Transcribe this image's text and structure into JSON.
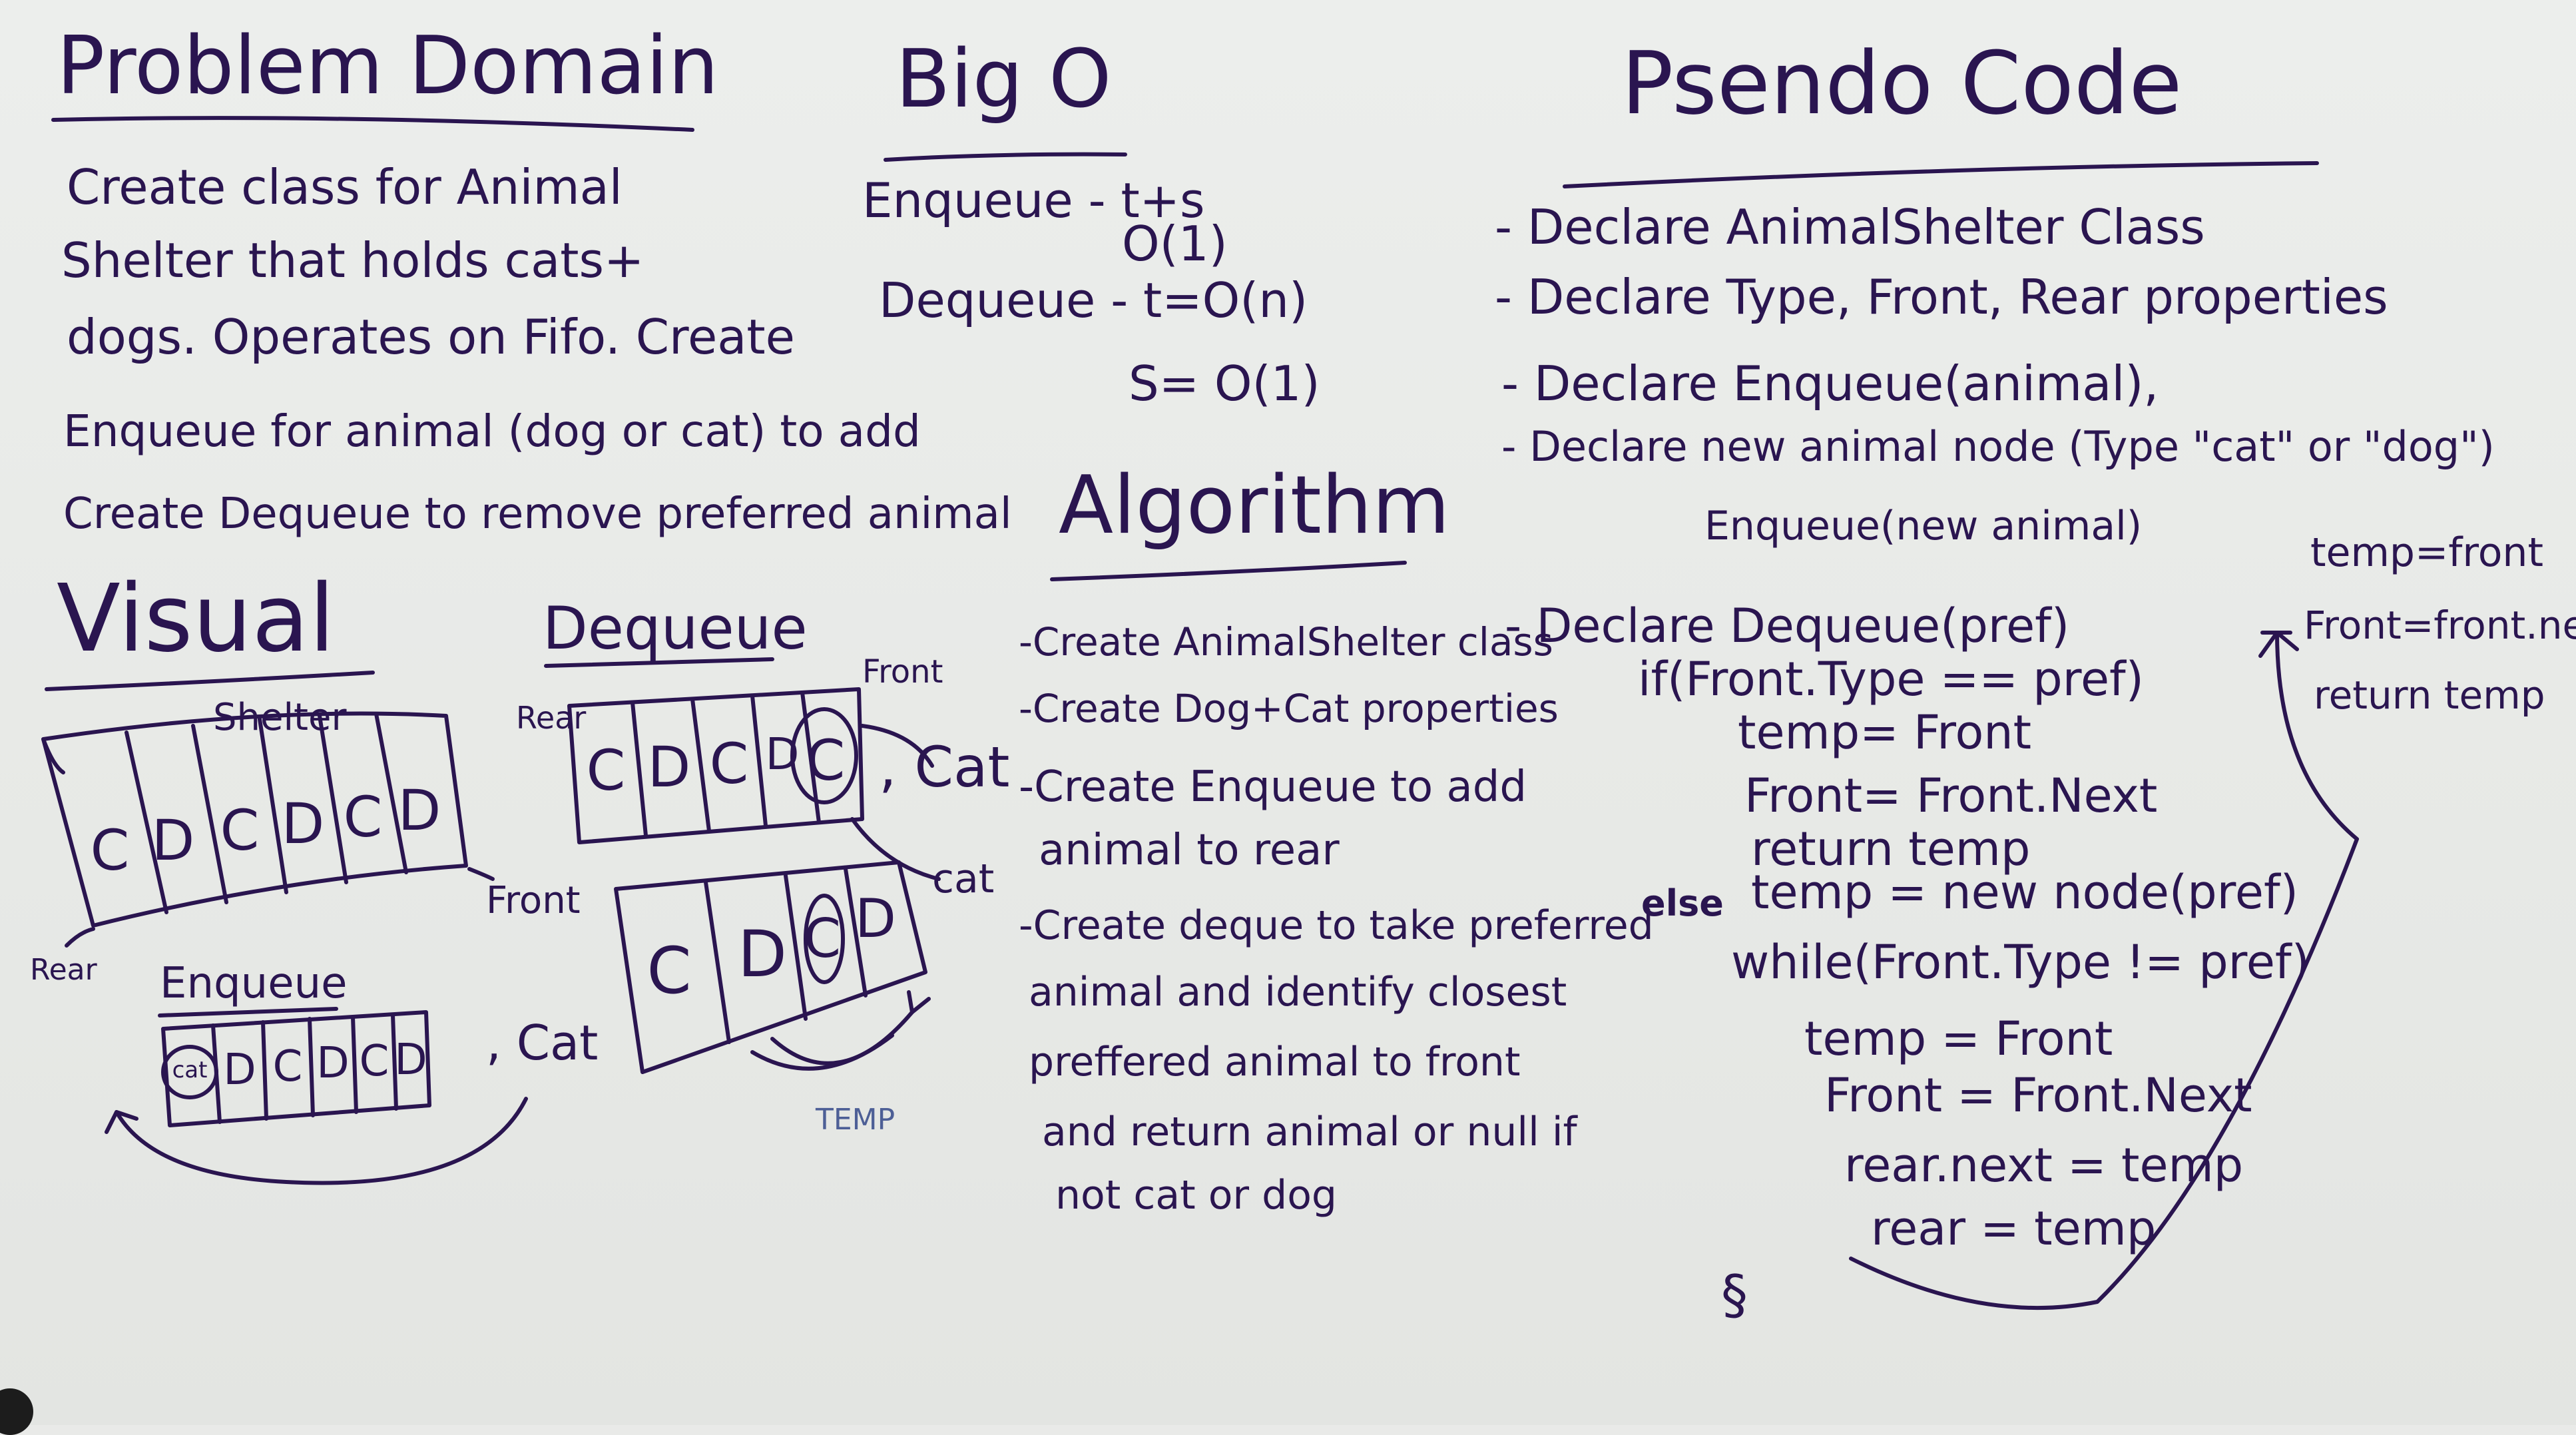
{
  "problem_domain": {
    "title": "Problem Domain",
    "lines": [
      "Create class for Animal",
      "Shelter that holds cats+",
      "dogs. Operates on Fifo. Create",
      "Enqueue for animal (dog or cat) to add",
      "Create Dequeue to remove preferred animal"
    ]
  },
  "big_o": {
    "title": "Big O",
    "enqueue": "Enqueue - t+s",
    "enqueue_value": "O(1)",
    "dequeue": "Dequeue - t=O(n)",
    "dequeue_space": "S= O(1)"
  },
  "algorithm": {
    "title": "Algorithm",
    "lines": [
      "-Create AnimalShelter class",
      "-Create Dog+Cat properties",
      "-Create Enqueue to add",
      " animal to rear",
      "-Create deque to take preferred",
      " animal and identify closest",
      " preffered animal to front",
      " and return animal or null if",
      " not cat or dog"
    ]
  },
  "pseudo_code": {
    "title": "Psendo Code",
    "lines": [
      "- Declare AnimalShelter Class",
      "- Declare Type, Front, Rear properties",
      "- Declare Enqueue(animal),",
      "- Declare new animal node (Type \"cat\" or \"dog\")",
      "Enqueue(new animal)",
      "- Declare Dequeue(pref)",
      "if(Front.Type == pref)",
      "temp= Front",
      "Front= Front.Next",
      "return temp",
      "else",
      "temp = new node(pref)",
      "while(Front.Type != pref)",
      "temp = Front",
      "Front = Front.Next",
      "rear.next = temp",
      "rear = temp"
    ],
    "side_note": [
      "temp=front",
      "Front=front.next",
      "return temp"
    ],
    "mark": "§"
  },
  "visual": {
    "title": "Visual",
    "shelter_label": "Shelter",
    "shelter_cells": [
      "C",
      "D",
      "C",
      "D",
      "C",
      "D"
    ],
    "front_label": "Front",
    "rear_label": "Rear",
    "enqueue_title": "Enqueue",
    "enqueue_cells": [
      "cat",
      "D",
      "C",
      "D",
      "C",
      "D"
    ],
    "enqueue_item": ", Cat"
  },
  "dequeue": {
    "title": "Dequeue",
    "rear_label": "Rear",
    "front_label": "Front",
    "top_cells": [
      "C",
      "D",
      "C",
      "D",
      "C"
    ],
    "top_item": ", Cat",
    "bottom_cells": [
      "C",
      "D",
      "C",
      "D"
    ],
    "bottom_item": "cat",
    "temp_label": "TEMP"
  }
}
